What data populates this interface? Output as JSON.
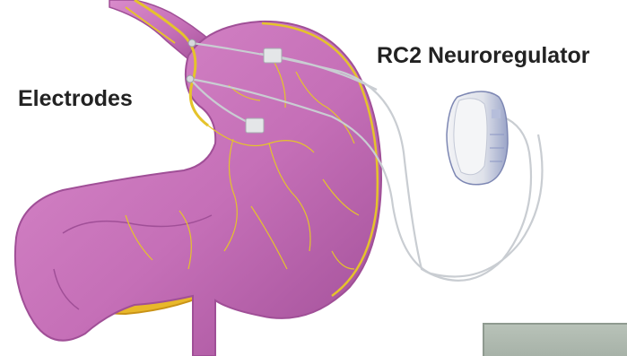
{
  "labels": {
    "device": "RC2 Neuroregulator",
    "electrodes": "Electrodes"
  },
  "colors": {
    "stomach": "#c56fb7",
    "stomach_outline": "#a04f97",
    "nerves": "#e5c32b",
    "fat": "#e8b82a",
    "lead_wire": "#c9cdd2",
    "device_body": "#d9dce3"
  },
  "icons": {
    "stomach": "stomach-illustration",
    "device": "neuroregulator-device-icon",
    "electrode": "electrode-pad-icon"
  }
}
